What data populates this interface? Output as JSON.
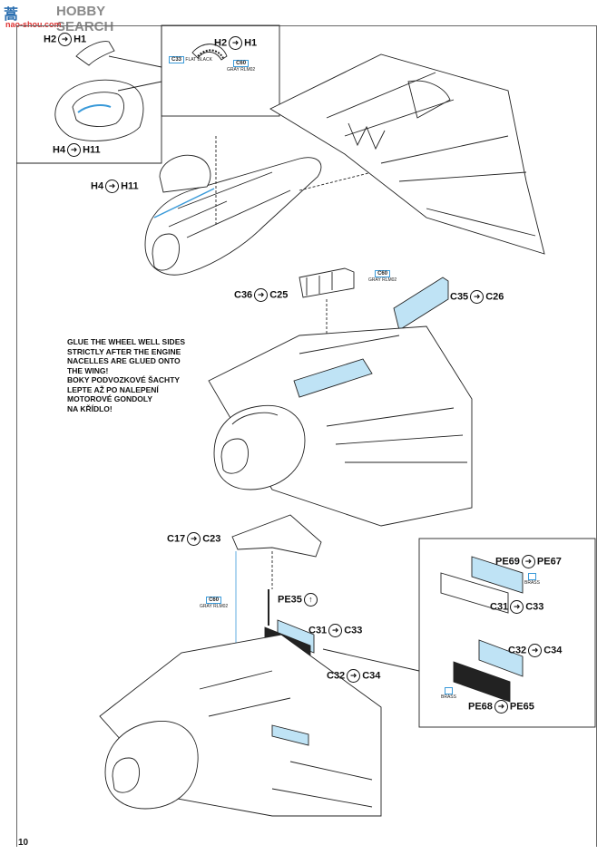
{
  "watermark": {
    "brand_left": "蒿",
    "brand_mid": "HOBBY SEARCH",
    "brand_url": "nao-shou.com"
  },
  "page_number": "10",
  "callouts": {
    "top_h2_h1": {
      "from": "H2",
      "to": "H1"
    },
    "inset_h2_h1": {
      "from": "H2",
      "to": "H1"
    },
    "h4_h11_left": {
      "from": "H4",
      "to": "H11"
    },
    "h4_h11_mid": {
      "from": "H4",
      "to": "H11"
    },
    "c36_c25": {
      "from": "C36",
      "to": "C25"
    },
    "c35_c26": {
      "from": "C35",
      "to": "C26"
    },
    "c17_c23": {
      "from": "C17",
      "to": "C23"
    },
    "pe35": {
      "from": "PE35"
    },
    "c31_c33_main": {
      "from": "C31",
      "to": "C33"
    },
    "c32_c34_main": {
      "from": "C32",
      "to": "C34"
    },
    "pe69_pe67": {
      "from": "PE69",
      "to": "PE67"
    },
    "c31_c33_inset": {
      "from": "C31",
      "to": "C33"
    },
    "c32_c34_inset": {
      "from": "C32",
      "to": "C34"
    },
    "pe68_pe65": {
      "from": "PE68",
      "to": "PE65"
    }
  },
  "paint": {
    "flat_black": {
      "code": "C33",
      "name": "FLAT BLACK"
    },
    "gray_inset": {
      "code": "C60",
      "name": "GRAY RLM02"
    },
    "gray_wheelwell": {
      "code": "C60",
      "name": "GRAY RLM02"
    },
    "gray_flap": {
      "code": "C60",
      "name": "GRAY RLM02"
    },
    "brass_1": {
      "name": "BRASS"
    },
    "brass_2": {
      "name": "BRASS"
    },
    "accent": "#3a9ad9",
    "part_fill": "#bfe3f5"
  },
  "note": {
    "en": [
      "GLUE THE WHEEL WELL SIDES",
      "STRICTLY AFTER THE ENGINE",
      "NACELLES ARE GLUED ONTO",
      "THE WING!"
    ],
    "cz": [
      "BOKY PODVOZKOVÉ ŠACHTY",
      "LEPTE AŽ PO NALEPENÍ",
      "MOTOROVÉ GONDOLY",
      "NA KŘÍDLO!"
    ]
  }
}
